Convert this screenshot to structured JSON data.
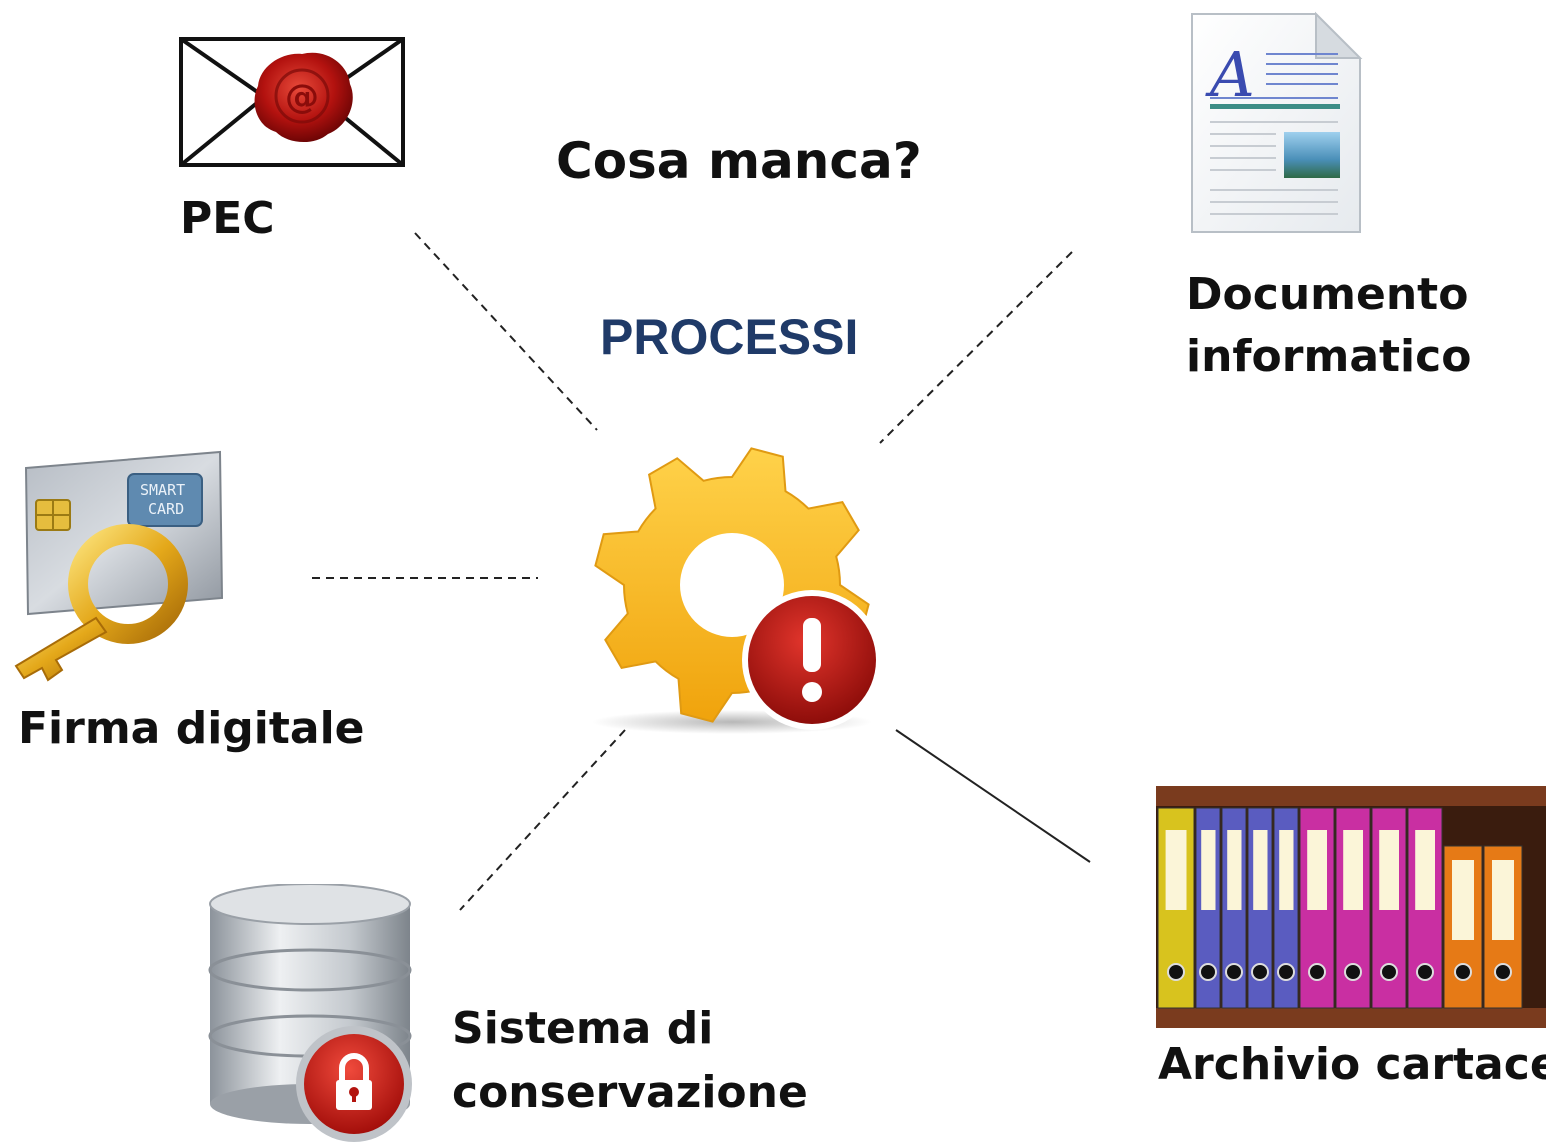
{
  "diagram": {
    "question": "Cosa manca?",
    "center_label": "PROCESSI",
    "center_color": "#1f3a68",
    "center_icon": "gear-warning-icon",
    "nodes": {
      "pec": {
        "label": "PEC",
        "icon": "sealed-envelope-icon"
      },
      "documento": {
        "line1": "Documento",
        "line2": "informatico",
        "icon": "document-icon"
      },
      "firma": {
        "label": "Firma digitale",
        "icon": "smart-card-key-icon",
        "card_text1": "SMART",
        "card_text2": "CARD"
      },
      "conservazione": {
        "line1": "Sistema di",
        "line2": "conservazione",
        "icon": "locked-database-icon"
      },
      "archivio": {
        "label": "Archivio cartaceo",
        "icon": "binders-shelf-icon"
      }
    }
  }
}
